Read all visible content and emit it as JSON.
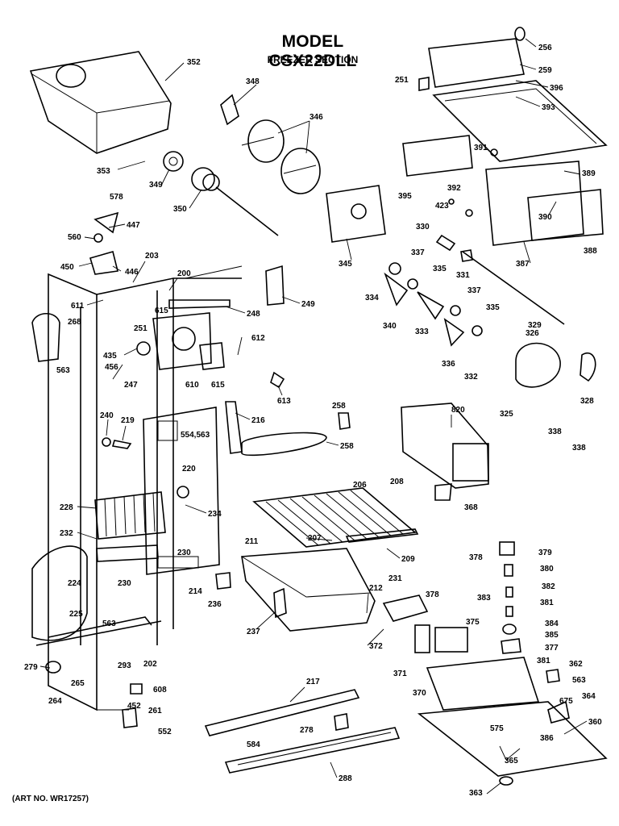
{
  "header": {
    "title": "MODEL CSX22DLL",
    "subtitle": "FREEZER SECTION"
  },
  "footer": {
    "art_number": "(ART NO. WR17257)"
  },
  "callouts": {
    "c352": "352",
    "c348": "348",
    "c346": "346",
    "c353": "353",
    "c349": "349",
    "c350": "350",
    "c256": "256",
    "c259": "259",
    "c251a": "251",
    "c396": "396",
    "c393": "393",
    "c391": "391",
    "c389": "389",
    "c392": "392",
    "c395": "395",
    "c423": "423",
    "c390": "390",
    "c387": "387",
    "c388": "388",
    "c345": "345",
    "c330": "330",
    "c578": "578",
    "c447": "447",
    "c560": "560",
    "c450": "450",
    "c446": "446",
    "c203": "203",
    "c200": "200",
    "c249": "249",
    "c248": "248",
    "c611": "611",
    "c615a": "615",
    "c251b": "251",
    "c268": "268",
    "c435": "435",
    "c456": "456",
    "c563a": "563",
    "c247": "247",
    "c610": "610",
    "c615b": "615",
    "c612": "612",
    "c613": "613",
    "c337a": "337",
    "c335a": "335",
    "c331": "331",
    "c334": "334",
    "c337b": "337",
    "c340": "340",
    "c333": "333",
    "c335b": "335",
    "c329": "329",
    "c326": "326",
    "c336": "336",
    "c332": "332",
    "c325": "325",
    "c328": "328",
    "c338a": "338",
    "c338b": "338",
    "c240": "240",
    "c219": "219",
    "c554": "554,563",
    "c216": "216",
    "c258a": "258",
    "c258b": "258",
    "c820": "820",
    "c220": "220",
    "c228": "228",
    "c234": "234",
    "c206": "206",
    "c208": "208",
    "c368": "368",
    "c232": "232",
    "c230a": "230",
    "c230b": "230",
    "c224": "224",
    "c211": "211",
    "c207": "207",
    "c209": "209",
    "c231": "231",
    "c214": "214",
    "c236": "236",
    "c212": "212",
    "c378a": "378",
    "c379": "379",
    "c380": "380",
    "c382": "382",
    "c381a": "381",
    "c383": "383",
    "c378b": "378",
    "c375": "375",
    "c384": "384",
    "c385": "385",
    "c377": "377",
    "c225": "225",
    "c563b": "563",
    "c237": "237",
    "c372": "372",
    "c279": "279",
    "c293": "293",
    "c202": "202",
    "c265": "265",
    "c264": "264",
    "c608": "608",
    "c452": "452",
    "c261": "261",
    "c552": "552",
    "c217": "217",
    "c371": "371",
    "c381b": "381",
    "c362": "362",
    "c563c": "563",
    "c370": "370",
    "c675": "675",
    "c364": "364",
    "c278": "278",
    "c584": "584",
    "c360": "360",
    "c575": "575",
    "c386": "386",
    "c365": "365",
    "c288": "288",
    "c363": "363"
  },
  "colors": {
    "ink": "#000000",
    "paper": "#ffffff"
  }
}
